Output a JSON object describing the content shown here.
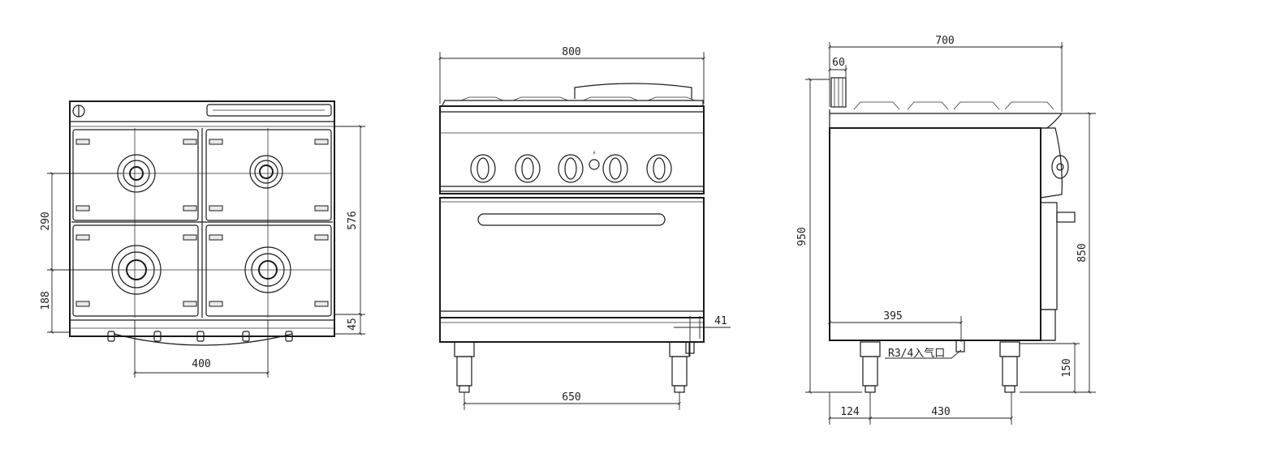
{
  "dimensions": {
    "top_view": {
      "width": "400",
      "depth": "576",
      "burner_spacing": "290",
      "burner_offset": "188",
      "front_offset": "45"
    },
    "front_view": {
      "overall_width": "800",
      "leg_spacing": "650",
      "gas_inlet_offset": "41"
    },
    "side_view": {
      "overall_depth": "700",
      "back_offset": "60",
      "overall_height": "950",
      "worktop_height": "850",
      "gas_inlet_distance": "395",
      "gas_inlet_label": "R3/4入气口",
      "leg_height": "150",
      "leg_front_offset": "124",
      "leg_spacing": "430"
    }
  },
  "colors": {
    "line": "#1a1a1a",
    "background": "#ffffff"
  }
}
